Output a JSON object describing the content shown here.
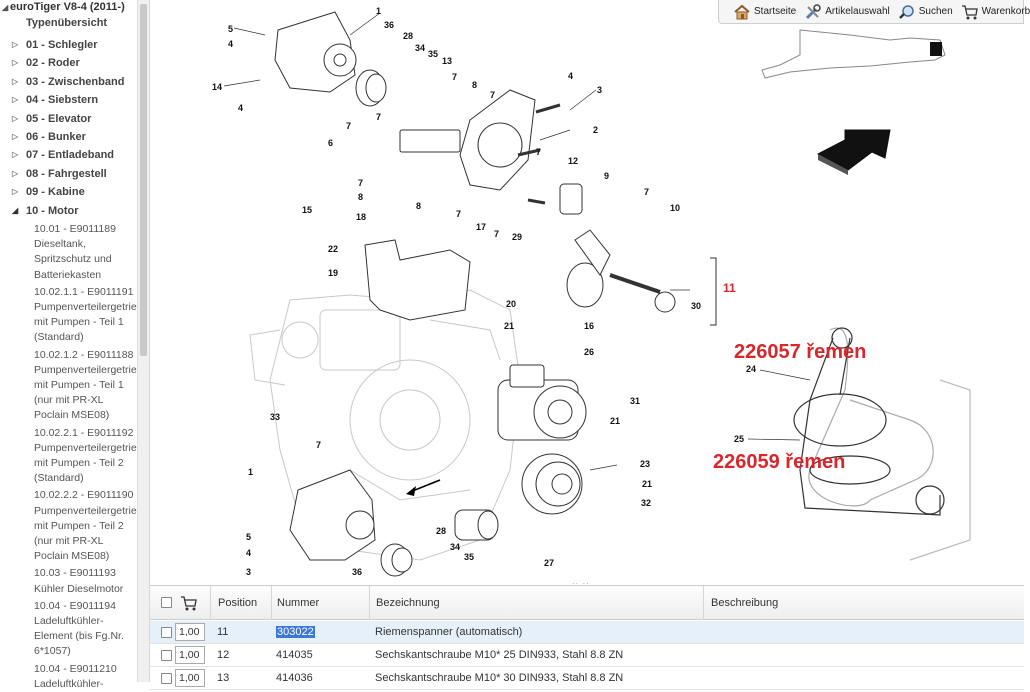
{
  "sidebar": {
    "root": "euroTiger V8-4 (2011-)",
    "overview": "Typenübersicht",
    "groups": [
      {
        "label": "01 - Schlegler"
      },
      {
        "label": "02 - Roder"
      },
      {
        "label": "03 - Zwischenband"
      },
      {
        "label": "04 - Siebstern"
      },
      {
        "label": "05 - Elevator"
      },
      {
        "label": "06 - Bunker"
      },
      {
        "label": "07 - Entladeband"
      },
      {
        "label": "08 - Fahrgestell"
      },
      {
        "label": "09 - Kabine"
      },
      {
        "label": "10 - Motor"
      }
    ],
    "motor_children": [
      "10.01 - E9011189\nDieseltank,\nSpritzschutz und\nBatteriekasten",
      "10.02.1.1 - E9011191\nPumpenverteilergetrie\nmit Pumpen - Teil 1\n(Standard)",
      "10.02.1.2 - E9011188\nPumpenverteilergetrie\nmit Pumpen - Teil 1\n(nur mit PR-XL\nPoclain MSE08)",
      "10.02.2.1 - E9011192\nPumpenverteilergetrie\nmit Pumpen - Teil 2\n(Standard)",
      "10.02.2.2 - E9011190\nPumpenverteilergetrie\nmit Pumpen - Teil 2\n(nur mit PR-XL\nPoclain MSE08)",
      "10.03 - E9011193\nKühler Dieselmotor",
      "10.04 - E9011194\nLadeluftkühler-\nElement (bis Fg.Nr.\n6*1057)",
      "10.04 - E9011210\nLadeluftkühler-"
    ]
  },
  "toolbar": {
    "home": "Startseite",
    "articles": "Artikelauswahl",
    "search": "Suchen",
    "cart": "Warenkorb"
  },
  "diagram": {
    "callouts": [
      "1",
      "2",
      "3",
      "4",
      "5",
      "6",
      "7",
      "8",
      "9",
      "10",
      "11",
      "12",
      "13",
      "14",
      "15",
      "16",
      "17",
      "18",
      "19",
      "20",
      "21",
      "22",
      "23",
      "24",
      "25",
      "26",
      "27",
      "28",
      "29",
      "30",
      "31",
      "32",
      "33",
      "34",
      "35",
      "36"
    ],
    "red_label": "11",
    "annotation_1": "226057 řemen",
    "annotation_2": "226059 řemen"
  },
  "table": {
    "headers": {
      "position": "Position",
      "number": "Nummer",
      "designation": "Bezeichnung",
      "description": "Beschreibung"
    },
    "rows": [
      {
        "qty": "1,00",
        "position": "11",
        "number": "303022",
        "designation": "Riemenspanner (automatisch)",
        "description": "",
        "selected": true
      },
      {
        "qty": "1,00",
        "position": "12",
        "number": "414035",
        "designation": "Sechskantschraube M10* 25 DIN933, Stahl 8.8 ZN",
        "description": "",
        "selected": false
      },
      {
        "qty": "1,00",
        "position": "13",
        "number": "414036",
        "designation": "Sechskantschraube M10* 30 DIN933, Stahl 8.8 ZN",
        "description": "",
        "selected": false
      }
    ]
  },
  "colors": {
    "annotation_red": "#d9262b",
    "selected_row": "#e6f0fb",
    "selection_highlight": "#3b78d8"
  }
}
